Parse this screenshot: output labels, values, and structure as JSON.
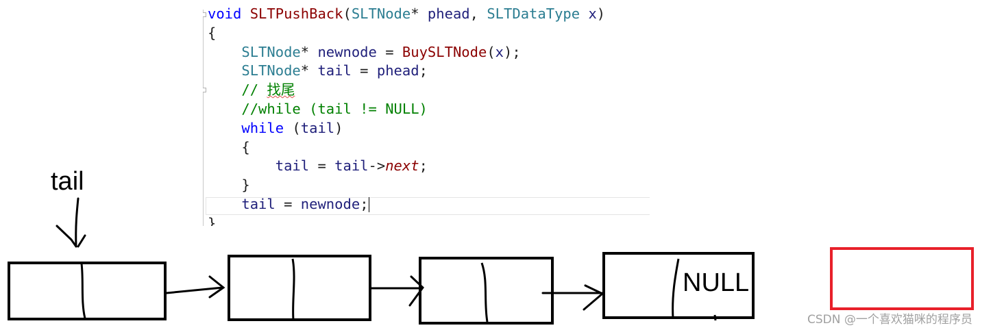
{
  "code": {
    "lines": [
      [
        {
          "t": "void",
          "c": "kw"
        },
        {
          "t": " "
        },
        {
          "t": "SLTPushBack",
          "c": "fn"
        },
        {
          "t": "("
        },
        {
          "t": "SLTNode",
          "c": "ty"
        },
        {
          "t": "* "
        },
        {
          "t": "phead",
          "c": "pm"
        },
        {
          "t": ", "
        },
        {
          "t": "SLTDataType",
          "c": "ty"
        },
        {
          "t": " "
        },
        {
          "t": "x",
          "c": "pm"
        },
        {
          "t": ")"
        }
      ],
      [
        {
          "t": "{"
        }
      ],
      [
        {
          "t": "    "
        },
        {
          "t": "SLTNode",
          "c": "ty"
        },
        {
          "t": "* "
        },
        {
          "t": "newnode",
          "c": "vr"
        },
        {
          "t": " = "
        },
        {
          "t": "BuySLTNode",
          "c": "fn"
        },
        {
          "t": "("
        },
        {
          "t": "x",
          "c": "pm"
        },
        {
          "t": ");"
        }
      ],
      [
        {
          "t": "    "
        },
        {
          "t": "SLTNode",
          "c": "ty"
        },
        {
          "t": "* "
        },
        {
          "t": "tail",
          "c": "vr"
        },
        {
          "t": " = "
        },
        {
          "t": "phead",
          "c": "pm"
        },
        {
          "t": ";"
        }
      ],
      [
        {
          "t": "    "
        },
        {
          "t": "// ",
          "c": "cm"
        },
        {
          "t": "找尾",
          "c": "cm squiggle"
        }
      ],
      [
        {
          "t": "    "
        },
        {
          "t": "//while (tail != NULL)",
          "c": "cm"
        }
      ],
      [
        {
          "t": "    "
        },
        {
          "t": "while",
          "c": "kw"
        },
        {
          "t": " ("
        },
        {
          "t": "tail",
          "c": "vr"
        },
        {
          "t": ")"
        }
      ],
      [
        {
          "t": "    {"
        }
      ],
      [
        {
          "t": "        "
        },
        {
          "t": "tail",
          "c": "vr"
        },
        {
          "t": " = "
        },
        {
          "t": "tail",
          "c": "vr"
        },
        {
          "t": "->"
        },
        {
          "t": "next",
          "c": "mb"
        },
        {
          "t": ";"
        }
      ],
      [
        {
          "t": "    }"
        }
      ],
      [
        {
          "t": "    "
        },
        {
          "t": "tail",
          "c": "vr"
        },
        {
          "t": " = "
        },
        {
          "t": "newnode",
          "c": "vr"
        },
        {
          "t": ";"
        }
      ],
      [
        {
          "t": "}"
        }
      ]
    ]
  },
  "diagram": {
    "tail_label": "tail",
    "null_label": "NULL",
    "highlight_color": "#e8202a"
  },
  "watermark": "CSDN @一个喜欢猫咪的程序员"
}
